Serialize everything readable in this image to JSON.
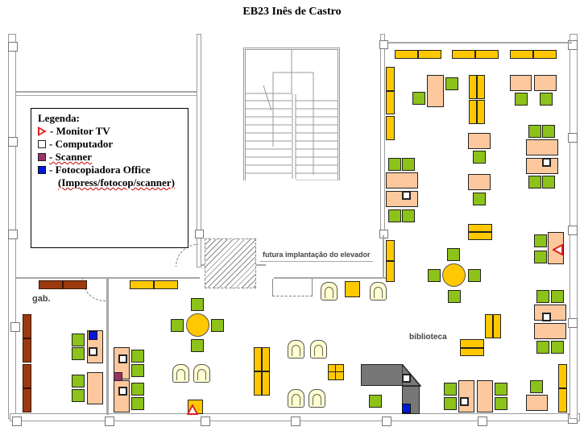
{
  "title": "EB23 Inês de Castro",
  "legend": {
    "heading": "Legenda:",
    "items": [
      {
        "icon": "monitor-tv-icon",
        "label": "- Monitor TV",
        "color": "#e02020"
      },
      {
        "icon": "computer-icon",
        "label": "- Computador",
        "color": "#222222"
      },
      {
        "icon": "scanner-icon",
        "label": "- Scanner",
        "color": "#993366"
      },
      {
        "icon": "copier-icon",
        "label": "- Fotocopiadora Office",
        "color": "#0018d8"
      }
    ],
    "note": "(Impress/fotocop/scanner)"
  },
  "rooms": {
    "elevator": "futura implantação do elevador",
    "office": "gab.",
    "library": "biblioteca"
  },
  "colors": {
    "shelf": "#ffc800",
    "shelf_brown": "#9b3a0f",
    "table": "#fdc89d",
    "chair": "#8cc219",
    "armchair": "#ffffd0",
    "counter": "#777777"
  }
}
